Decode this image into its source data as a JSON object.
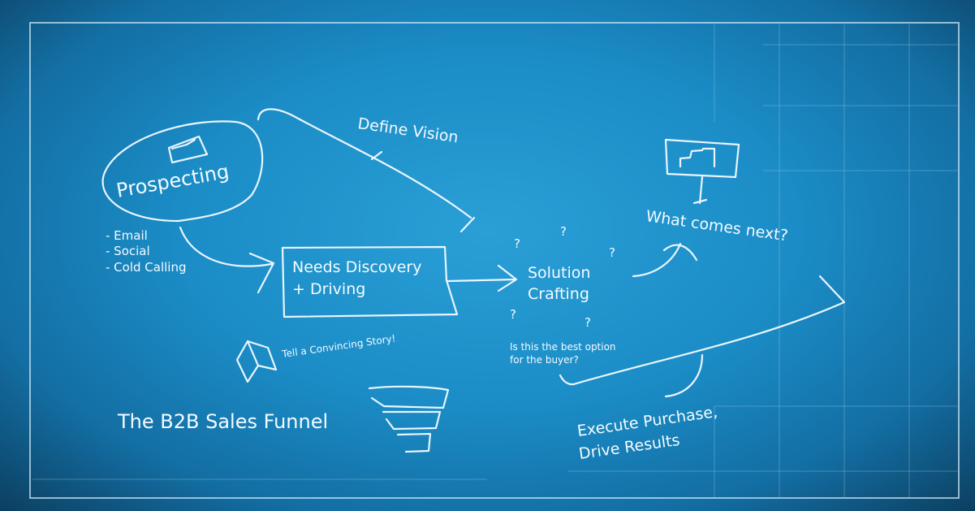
{
  "title": "The B2B Sales Funnel",
  "stages": {
    "prospecting": "Prospecting",
    "prospecting_channels": [
      "- Email",
      "- Social",
      "- Cold Calling"
    ],
    "define_vision": "Define Vision",
    "needs_discovery": [
      "Needs Discovery",
      "+ Driving"
    ],
    "tell_story": "Tell a Convincing Story!",
    "solution_crafting": [
      "Solution",
      "Crafting"
    ],
    "question_marks": [
      "?",
      "?",
      "?",
      "?",
      "?"
    ],
    "best_option": [
      "Is this the best option",
      "for the buyer?"
    ],
    "what_next": "What comes next?",
    "execute": [
      "Execute Purchase,",
      "Drive Results"
    ]
  },
  "colors": {
    "background": "#1b8cc6",
    "chalk": "#f4fbff"
  }
}
